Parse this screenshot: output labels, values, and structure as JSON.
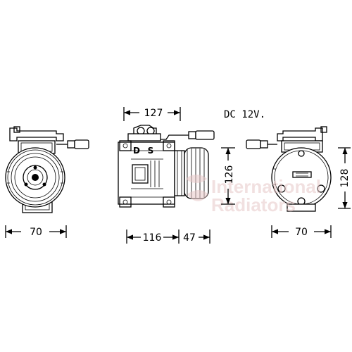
{
  "supply_voltage": "DC 12V.",
  "dimensions": {
    "left_view_width": "70",
    "front_view_top_width": "127",
    "front_view_height": "126",
    "front_view_body_width": "116",
    "front_view_pulley_width": "47",
    "rear_view_width": "70",
    "rear_view_height": "128"
  },
  "port_labels": {
    "discharge": "D",
    "suction": "S"
  },
  "watermark": [
    "International",
    "Radiators"
  ]
}
